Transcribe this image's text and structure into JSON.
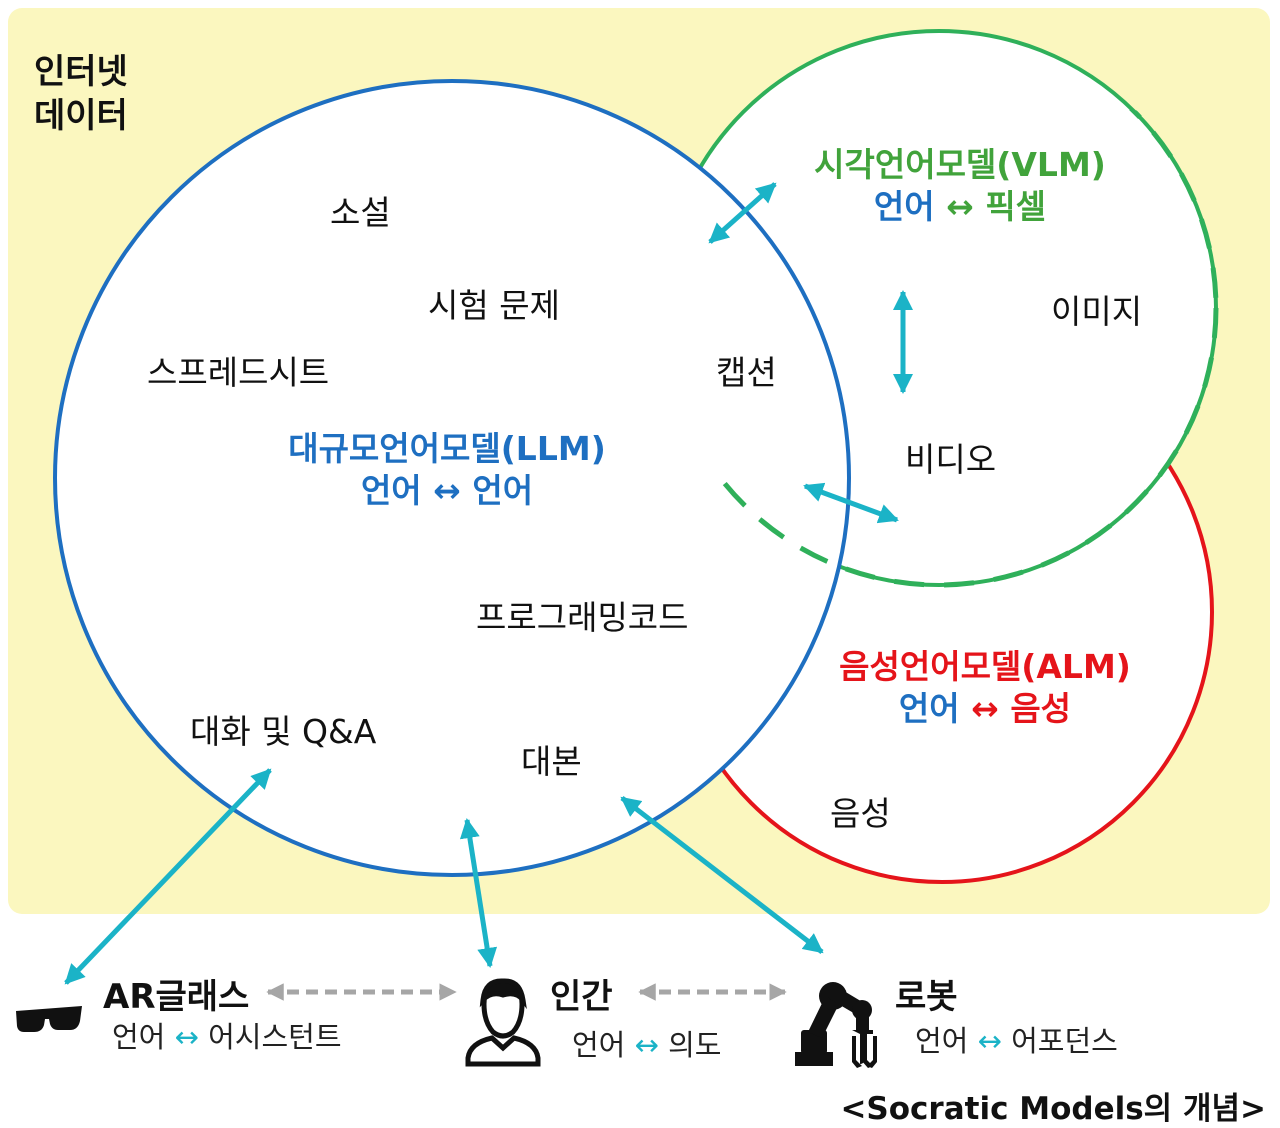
{
  "internet_label": [
    "인터넷",
    "데이터"
  ],
  "llm": {
    "title": "대규모언어모델(LLM)",
    "subtitle_left": "언어",
    "arrow": "↔",
    "subtitle_right": "언어",
    "items": [
      "소설",
      "시험 문제",
      "스프레드시트",
      "프로그래밍코드",
      "대화 및 Q&A",
      "대본"
    ]
  },
  "vlm": {
    "title": "시각언어모델(VLM)",
    "subtitle_left": "언어",
    "arrow": "↔",
    "subtitle_right": "픽셀",
    "items": [
      "이미지",
      "캡션",
      "비디오"
    ]
  },
  "alm": {
    "title": "음성언어모델(ALM)",
    "subtitle_left": "언어",
    "arrow": "↔",
    "subtitle_right": "음성",
    "items": [
      "음성"
    ]
  },
  "agents": {
    "ar": {
      "name": "AR글래스",
      "sub_left": "언어",
      "arrow": "↔",
      "sub_right": "어시스턴트",
      "icon": "ar-glasses-icon"
    },
    "human": {
      "name": "인간",
      "sub_left": "언어",
      "arrow": "↔",
      "sub_right": "의도",
      "icon": "person-icon"
    },
    "robot": {
      "name": "로봇",
      "sub_left": "언어",
      "arrow": "↔",
      "sub_right": "어포던스",
      "icon": "robot-arm-icon"
    }
  },
  "caption": "<Socratic Models의 개념>",
  "colors": {
    "background_yellow": "#fbf7bf",
    "llm_blue": "#1e6fc1",
    "vlm_green": "#2fb05a",
    "vlm_text_green": "#41a33b",
    "alm_red": "#e5141a",
    "arrow_cyan": "#1bb3c7",
    "dashed_gray": "#a6a6a6"
  }
}
